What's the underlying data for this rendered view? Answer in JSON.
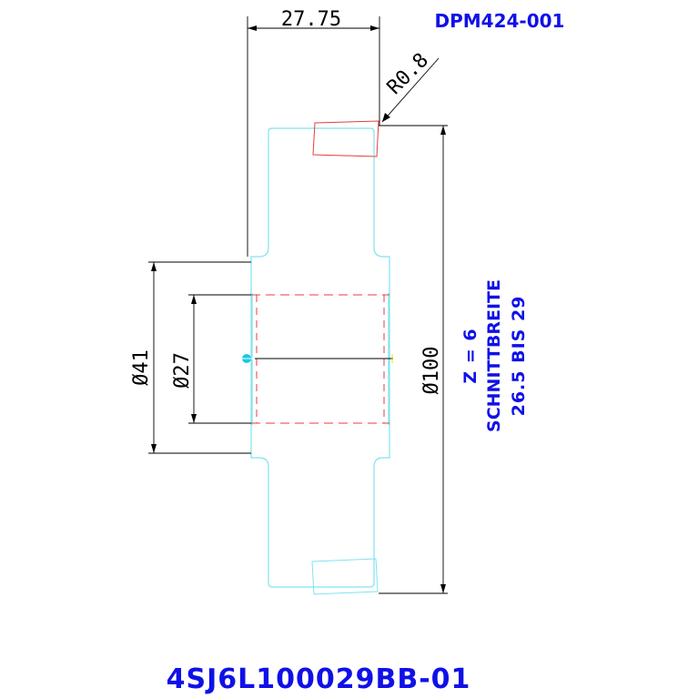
{
  "drawing": {
    "top_code": "DPM424-001",
    "part_number": "4SJ6L100029BB-01",
    "dimensions": {
      "width": "27.75",
      "radius": "R0.8",
      "dia_41": "Ø41",
      "dia_27": "Ø27",
      "dia_100": "Ø100"
    },
    "notes": {
      "line1": "Z = 6",
      "line2": "SCHNITTBREITE",
      "line3": "26.5 BIS 29"
    }
  },
  "colors": {
    "outline": "#7fe3f0",
    "hidden": "#e83c3c",
    "dimension": "#000000",
    "text_blue": "#1010e8",
    "center_mark": "#19c8e6",
    "center_tick": "#e6e619"
  }
}
